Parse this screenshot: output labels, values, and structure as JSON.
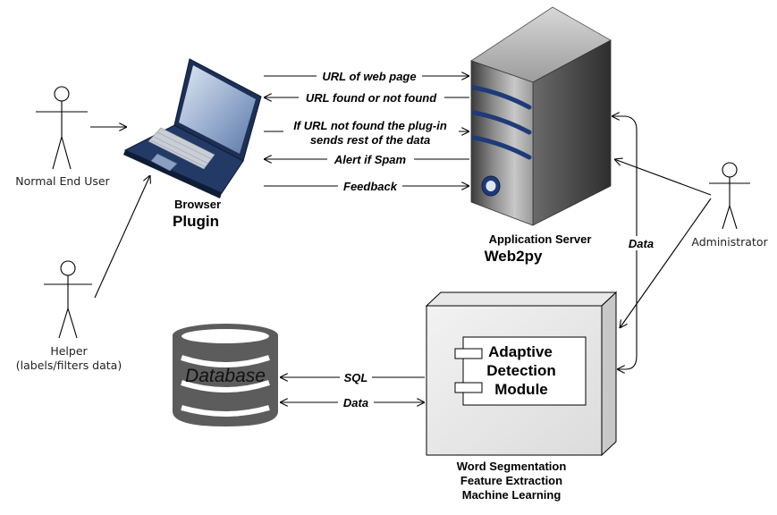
{
  "actors": {
    "normal_user": "Normal End User",
    "helper_line1": "Helper",
    "helper_line2": "(labels/filters data)",
    "administrator": "Administrator"
  },
  "browser": {
    "line1": "Browser",
    "line2": "Plugin"
  },
  "server": {
    "line1": "Application Server",
    "line2": "Web2py"
  },
  "messages": {
    "url_of_web_page": "URL of web page",
    "url_found": "URL found or not found",
    "plugin_line1": "If URL not found the plug-in",
    "plugin_line2": "sends rest of the data",
    "alert_spam": "Alert if Spam",
    "feedback": "Feedback",
    "data_server": "Data",
    "sql": "SQL",
    "data_db": "Data"
  },
  "database": {
    "label": "Database"
  },
  "module": {
    "line1": "Adaptive",
    "line2": "Detection",
    "line3": "Module"
  },
  "processing": {
    "line1": "Word Segmentation",
    "line2": "Feature Extraction",
    "line3": "Machine Learning"
  }
}
